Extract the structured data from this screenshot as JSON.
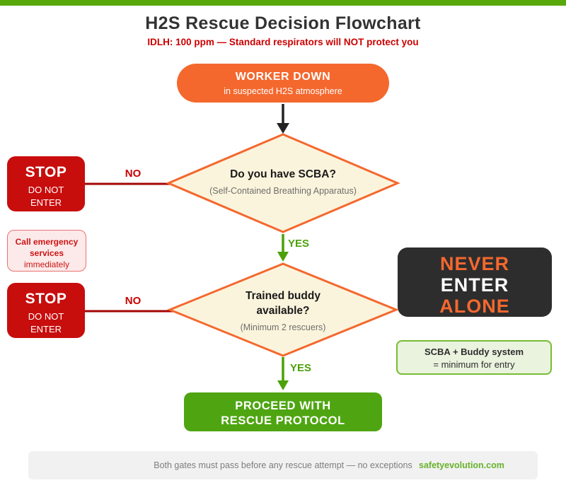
{
  "header": {
    "title": "H2S Rescue Decision Flowchart",
    "subtitle": "IDLH: 100 ppm — Standard respirators will NOT protect you"
  },
  "nodes": {
    "worker_down": {
      "line1": "WORKER DOWN",
      "line2": "in suspected H2S atmosphere"
    },
    "decision_scba": {
      "question": "Do you have SCBA?",
      "detail": "(Self-Contained Breathing Apparatus)"
    },
    "decision_buddy": {
      "question_line1": "Trained buddy",
      "question_line2": "available?",
      "detail": "(Minimum 2 rescuers)"
    },
    "stop_scba": {
      "title": "STOP",
      "line1": "DO NOT",
      "line2": "ENTER"
    },
    "stop_buddy": {
      "title": "STOP",
      "line1": "DO NOT",
      "line2": "ENTER"
    },
    "emergency_note": {
      "line1": "Call emergency",
      "line2": "services",
      "line3": "immediately"
    },
    "never_enter_alone": {
      "line1": "NEVER",
      "line2": "ENTER",
      "line3": "ALONE"
    },
    "minimum_note": {
      "line1": "SCBA + Buddy system",
      "line2": "= minimum for entry"
    },
    "proceed": {
      "line1": "PROCEED WITH",
      "line2": "RESCUE PROTOCOL"
    }
  },
  "labels": {
    "no_scba": "NO",
    "yes_scba": "YES",
    "no_buddy": "NO",
    "yes_buddy": "YES"
  },
  "footer": {
    "message": "Both gates must pass before any rescue attempt — no exceptions",
    "brand": "safetyevolution.com"
  },
  "colors": {
    "accent_bar_green": "#58A80C",
    "warning_red": "#CC0000",
    "stop_red": "#C80D0D",
    "connector_dark_red": "#A30606",
    "flow_orange": "#F4682E",
    "diamond_fill": "#FBF4DC",
    "yes_green": "#4CA008",
    "proceed_green": "#4EA511",
    "dark_box": "#2D2D2D",
    "note_green_border": "#79BB33",
    "note_green_fill": "#EAF3DE",
    "brand_green": "#67B32B",
    "footer_bg": "#F1F1F1"
  }
}
